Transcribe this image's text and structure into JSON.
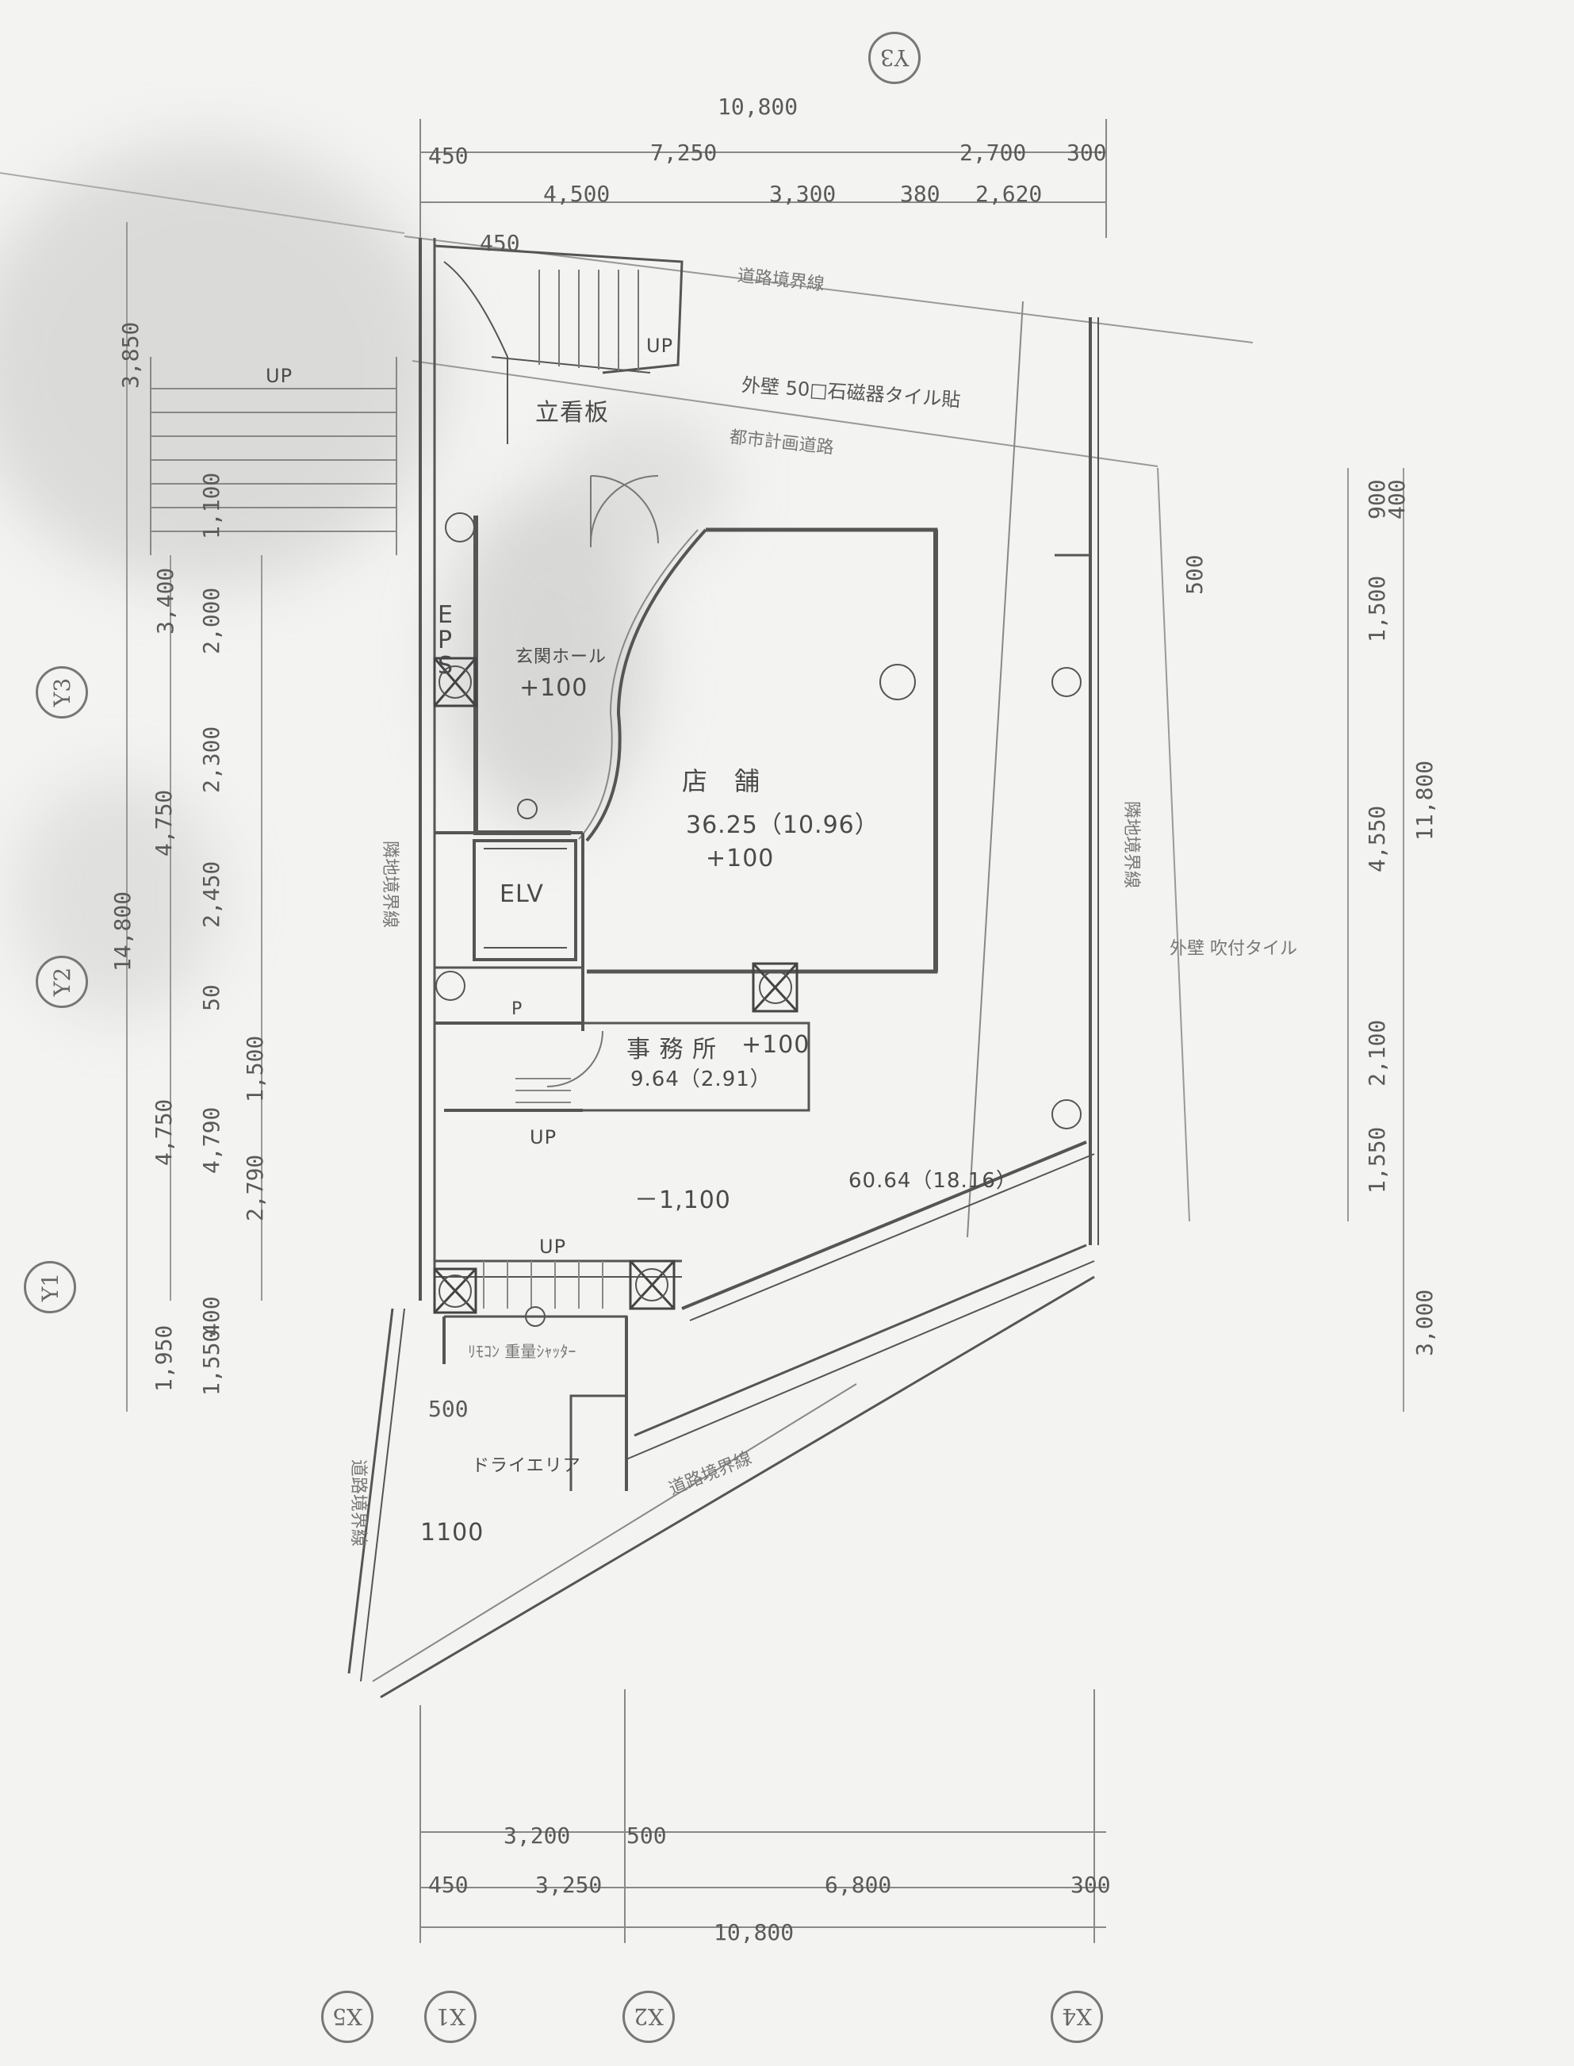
{
  "rooms": {
    "shop_name": "店　舗",
    "shop_area": "36.25（10.96）",
    "shop_level": "+100",
    "hall_name": "玄関ホール",
    "hall_level": "+100",
    "office_name": "事 務 所",
    "office_area": "9.64（2.91）",
    "office_level": "+100",
    "other_area": "60.64（18.16）",
    "elv": "ELV",
    "eps": "EPS",
    "dryarea": "ドライエリア",
    "level_minus_1100": "－1,100",
    "level_1100": "1100",
    "stand_board": "立看板"
  },
  "notes": {
    "exterior_wall": "外壁 50□石磁器タイル貼",
    "boundary_top": "道路境界線",
    "city_road": "都市計画道路",
    "boundary_left": "隣地境界線",
    "boundary_right": "隣地境界線",
    "boundary_bottom_left": "道路境界線",
    "boundary_bottom_right": "道路境界線",
    "wall_right": "外壁 吹付タイル",
    "shutter": "ﾘﾓｺﾝ 重量ｼｬｯﾀｰ",
    "up_1": "UP",
    "up_2": "UP",
    "up_3": "UP",
    "up_4": "UP",
    "p_label": "P"
  },
  "dims_top": {
    "total": "10,800",
    "d450": "450",
    "d7250": "7,250",
    "d2700": "2,700",
    "d300": "300",
    "d4500": "4,500",
    "d3300": "3,300",
    "d380": "380",
    "d2620": "2,620",
    "d450b": "450"
  },
  "dims_bottom": {
    "d3200": "3,200",
    "d500": "500",
    "d450": "450",
    "d3250": "3,250",
    "d6800": "6,800",
    "d300": "300",
    "total": "10,800"
  },
  "dims_left": {
    "d3850": "3,850",
    "d1100": "1,100",
    "d3400": "3,400",
    "d2000": "2,000",
    "d2300": "2,300",
    "d4750": "4,750",
    "d2450": "2,450",
    "d14800": "14,800",
    "d50": "50",
    "d1500": "1,500",
    "d4750b": "4,750",
    "d4790": "4,790",
    "d2790": "2,790",
    "d400": "400",
    "d1950": "1,950",
    "d1550": "1,550",
    "d500": "500"
  },
  "dims_right": {
    "d500": "500",
    "d900": "900",
    "d400": "400",
    "d1500": "1,500",
    "d4550": "4,550",
    "d11800": "11,800",
    "d2100": "2,100",
    "d1550": "1,550",
    "d3000": "3,000"
  },
  "axes": {
    "y3_top": "Y3",
    "y3": "Y3",
    "y2": "Y2",
    "y1": "Y1",
    "x5": "X5",
    "x1": "X1",
    "x2": "X2",
    "x4": "X4"
  }
}
